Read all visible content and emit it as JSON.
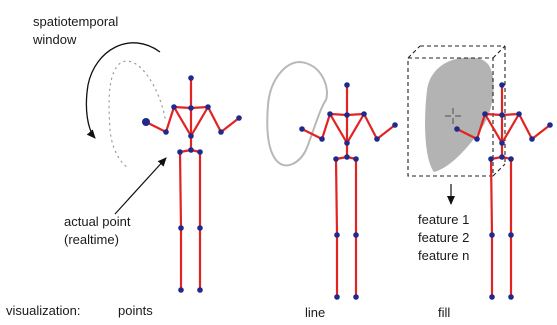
{
  "annotations": {
    "window_line1": "spatiotemporal",
    "window_line2": "window",
    "actual_line1": "actual point",
    "actual_line2": "(realtime)"
  },
  "visualization": {
    "prefix": "visualization:",
    "modes": [
      "points",
      "line",
      "fill"
    ]
  },
  "features": [
    "feature 1",
    "feature 2",
    "feature n"
  ],
  "colors": {
    "bone": "#e32222",
    "joint": "#1f2a8c",
    "trail_points": "#9a9a9a",
    "trail_line": "#b8b8b8",
    "fill": "#b3b3b3",
    "arrow": "#111111"
  }
}
